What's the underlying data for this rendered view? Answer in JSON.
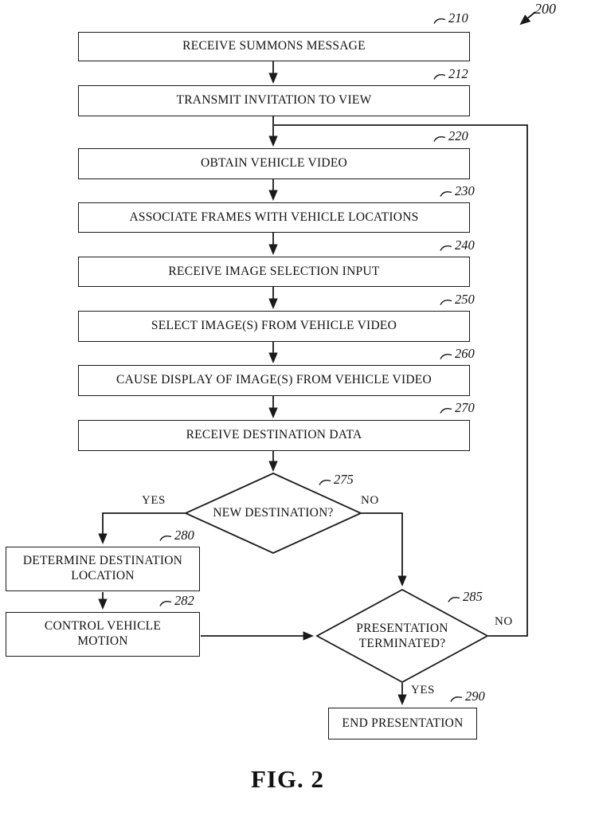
{
  "figure": {
    "caption": "FIG. 2",
    "overall_ref": "200"
  },
  "colors": {
    "ink": "#1a1a1a",
    "background": "#ffffff"
  },
  "nodes": [
    {
      "ref": "210",
      "label": "RECEIVE SUMMONS MESSAGE",
      "type": "process"
    },
    {
      "ref": "212",
      "label": "TRANSMIT INVITATION TO VIEW",
      "type": "process"
    },
    {
      "ref": "220",
      "label": "OBTAIN VEHICLE VIDEO",
      "type": "process"
    },
    {
      "ref": "230",
      "label": "ASSOCIATE FRAMES WITH VEHICLE LOCATIONS",
      "type": "process"
    },
    {
      "ref": "240",
      "label": "RECEIVE IMAGE SELECTION INPUT",
      "type": "process"
    },
    {
      "ref": "250",
      "label": "SELECT IMAGE(S) FROM VEHICLE VIDEO",
      "type": "process"
    },
    {
      "ref": "260",
      "label": "CAUSE DISPLAY OF IMAGE(S) FROM VEHICLE VIDEO",
      "type": "process"
    },
    {
      "ref": "270",
      "label": "RECEIVE DESTINATION DATA",
      "type": "process"
    },
    {
      "ref": "275",
      "label": "NEW DESTINATION?",
      "type": "decision"
    },
    {
      "ref": "280",
      "label": "DETERMINE DESTINATION LOCATION",
      "type": "process"
    },
    {
      "ref": "282",
      "label": "CONTROL VEHICLE MOTION",
      "type": "process"
    },
    {
      "ref": "285",
      "label": "PRESENTATION TERMINATED?",
      "type": "decision"
    },
    {
      "ref": "290",
      "label": "END PRESENTATION",
      "type": "process"
    }
  ],
  "edges": [
    {
      "from": "210",
      "to": "212",
      "label": ""
    },
    {
      "from": "212",
      "to": "220",
      "label": ""
    },
    {
      "from": "220",
      "to": "230",
      "label": ""
    },
    {
      "from": "230",
      "to": "240",
      "label": ""
    },
    {
      "from": "240",
      "to": "250",
      "label": ""
    },
    {
      "from": "250",
      "to": "260",
      "label": ""
    },
    {
      "from": "260",
      "to": "270",
      "label": ""
    },
    {
      "from": "270",
      "to": "275",
      "label": ""
    },
    {
      "from": "275",
      "to": "280",
      "label": "YES"
    },
    {
      "from": "275",
      "to": "285",
      "label": "NO"
    },
    {
      "from": "280",
      "to": "282",
      "label": ""
    },
    {
      "from": "282",
      "to": "285",
      "label": ""
    },
    {
      "from": "285",
      "to": "290",
      "label": "YES"
    },
    {
      "from": "285",
      "to": "220",
      "label": "NO"
    }
  ]
}
